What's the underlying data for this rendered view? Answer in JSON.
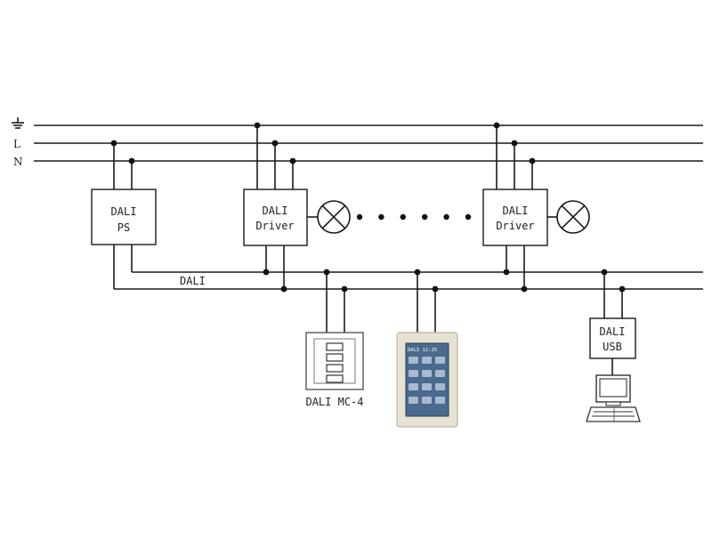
{
  "rails": {
    "ground_label": "",
    "l_label": "L",
    "n_label": "N"
  },
  "bus_label": "DALI",
  "devices": {
    "ps": {
      "line1": "DALI",
      "line2": "PS"
    },
    "driver1": {
      "line1": "DALI",
      "line2": "Driver"
    },
    "driver2": {
      "line1": "DALI",
      "line2": "Driver"
    },
    "usb": {
      "line1": "DALI",
      "line2": "USB"
    },
    "mc4": {
      "caption": "DALI MC-4"
    }
  },
  "touch_panel": {
    "header_text": "DALI 12:25",
    "bg_color": "#4a6a8e",
    "frame_color": "#e8e2d3"
  },
  "ellipsis_dots": 6
}
